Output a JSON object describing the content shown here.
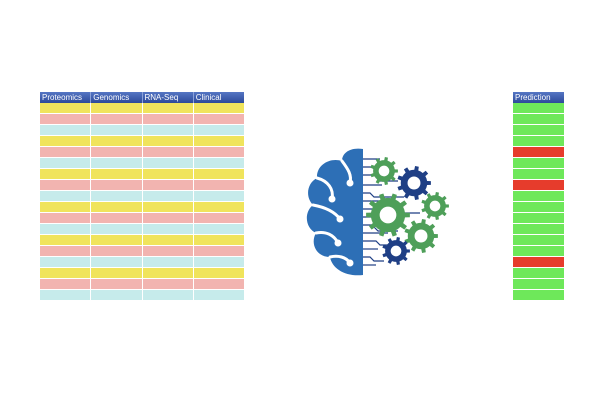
{
  "input_table": {
    "headers": [
      "Proteomics",
      "Genomics",
      "RNA-Seq",
      "Clinical"
    ],
    "row_colors": [
      "#f0e45c",
      "#f2b4b0",
      "#c6ebeb",
      "#f0e45c",
      "#f2b4b0",
      "#c6ebeb",
      "#f0e45c",
      "#f2b4b0",
      "#c6ebeb",
      "#f0e45c",
      "#f2b4b0",
      "#c6ebeb",
      "#f0e45c",
      "#f2b4b0",
      "#c6ebeb",
      "#f0e45c",
      "#f2b4b0",
      "#c6ebeb"
    ]
  },
  "prediction_table": {
    "header": "Prediction",
    "rows": [
      "positive",
      "positive",
      "positive",
      "positive",
      "negative",
      "positive",
      "positive",
      "negative",
      "positive",
      "positive",
      "positive",
      "positive",
      "positive",
      "positive",
      "negative",
      "positive",
      "positive",
      "positive"
    ],
    "colors": {
      "positive": "#6ee85a",
      "negative": "#e63c2c"
    }
  },
  "icons": {
    "model": "brain-gears-icon"
  },
  "colors": {
    "header": "#3b5aa8",
    "brain": "#2d6fb6",
    "gear_green": "#4e9f59",
    "gear_navy": "#1f3f85"
  }
}
